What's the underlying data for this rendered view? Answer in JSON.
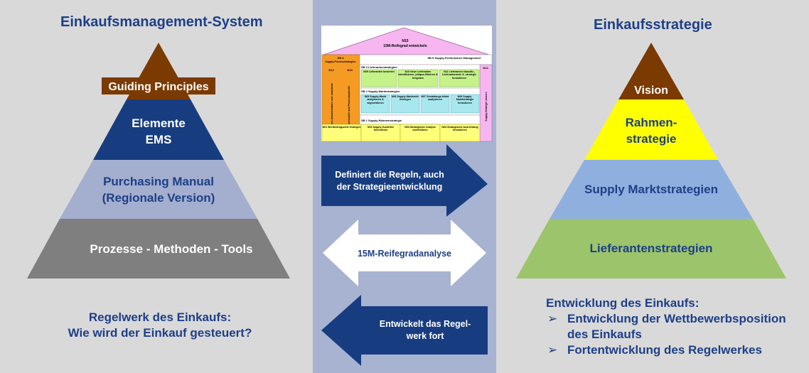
{
  "left": {
    "title": "Einkaufsmanagement-System",
    "pyramid": {
      "level1": "Guiding Principles",
      "level2_line1": "Elemente",
      "level2_line2": "EMS",
      "level3_line1": "Purchasing Manual",
      "level3_line2": "(Regionale Version)",
      "level4": "Prozesse - Methoden - Tools"
    },
    "caption_line1": "Regelwerk des Einkaufs:",
    "caption_line2": "Wie wird der Einkauf gesteuert?"
  },
  "center": {
    "house": {
      "roof_code": "N15",
      "roof_text": "15M-Reifegrad entwickeln",
      "sb4_title": "SB 4",
      "sb4_sub": "Supply-Prozessstrategien",
      "n12": "N12",
      "n13": "N13",
      "n12_text": "Prozess-dokumentation und -standards",
      "n13_text": "Prozessziele und Prozesskontrolle",
      "sb5_title": "SB 5 Supply-Performance Management",
      "n14": "N14",
      "n14_text": "Supply-Strategie steuern",
      "sb3_title": "SB 3 Lieferantenstrategien",
      "n09": "N09 Lieferanten bewerten",
      "n10": "N10 Neue Lieferanten identifizieren, präqua-lifizieren & freigeben",
      "n11": "N11 Lieferanten klassifiz., Lieferantenziele & -strategie formulieren",
      "sb2_title": "SB 2 Supply-Marktstrategien",
      "n05": "N05 Supply-Markt analysieren & segmentieren",
      "n06": "N06 Supply-Marktziele festlegen",
      "n07": "N07 Gestaltungs-felder analysieren",
      "n08": "N08 Supply-Marktstrategie formulieren",
      "sb1_title": "SB 1 Supply-Rahmenstrategie",
      "n01": "N01 Wertbeitragsziele festlegen",
      "n02": "N02 Supply-Guideline formulieren",
      "n03": "N03 Strategische Analyse durchführen",
      "n04": "N04 Strategische Ausrichtung formulieren"
    },
    "arrow_right_line1": "Definiert die Regeln, auch",
    "arrow_right_line2": "der Strategieentwicklung",
    "arrow_double": "15M-Reifegradanalyse",
    "arrow_left_line1": "Entwickelt das Regel-",
    "arrow_left_line2": "werk fort"
  },
  "right": {
    "title": "Einkaufsstrategie",
    "pyramid": {
      "level1": "Vision",
      "level2_line1": "Rahmen-",
      "level2_line2": "strategie",
      "level3": "Supply Marktstrategien",
      "level4": "Lieferantenstrategien"
    },
    "caption_title": "Entwicklung des Einkaufs:",
    "bullet_marker": "➢",
    "bullets": [
      "Entwicklung der Wettbewerbsposition des Einkaufs",
      "Fortentwicklung des Regelwerkes"
    ]
  },
  "colors": {
    "navy": "#173d80",
    "title_blue": "#1d3f87",
    "brown": "#7b3a00",
    "grey_blue": "#a4aece",
    "dark_grey": "#7f7f7f",
    "yellow": "#ffff00",
    "light_blue": "#8fb0df",
    "green": "#9cc46a"
  }
}
